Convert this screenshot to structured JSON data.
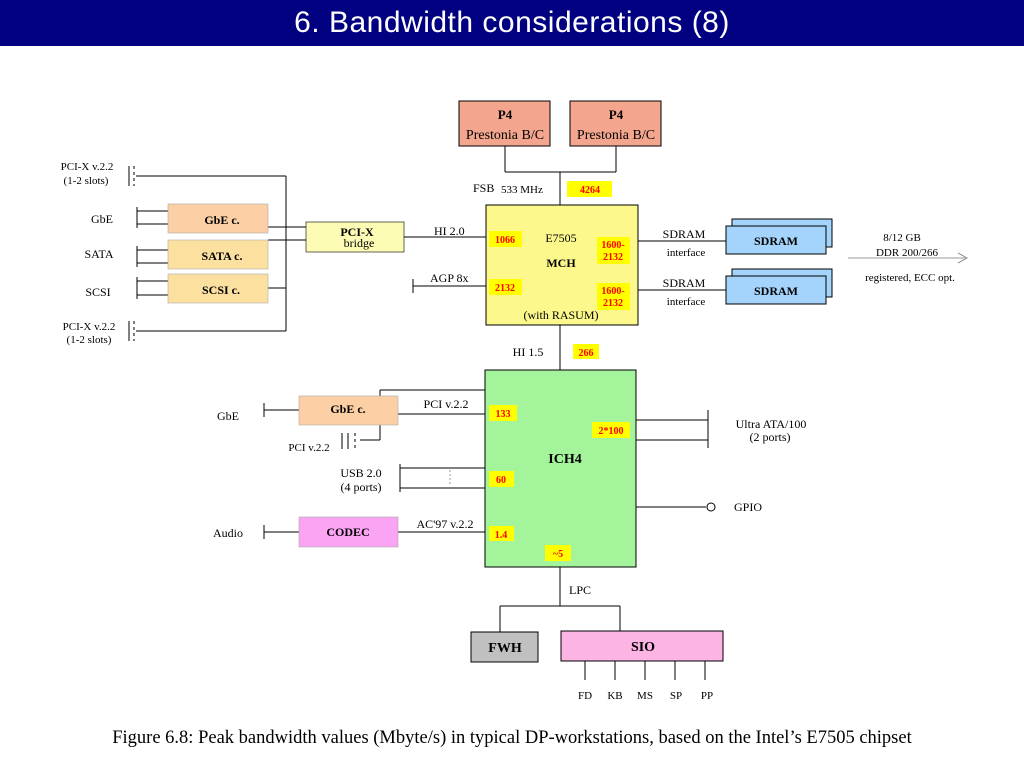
{
  "title": "6. Bandwidth considerations (8)",
  "caption": "Figure 6.8: Peak bandwidth values (Mbyte/s) in typical DP-workstations, based on the Intel’s E7505 chipset",
  "colors": {
    "title_bar": "#000080",
    "cpu": "#f4a58e",
    "mch": "#fcf88c",
    "ich": "#a4f49c",
    "dram": "#a4d4fc",
    "codec": "#fca4f4",
    "gbe": "#fcd0a4",
    "sata": "#fce0a0",
    "pcix_bridge": "#fcfcb4",
    "fwh": "#c0c0c0",
    "sio": "#fcb4e4",
    "badge": "#ffff00",
    "badge_text": "#ff0000"
  },
  "cpu1": {
    "line1": "P4",
    "line2": "Prestonia B/C"
  },
  "cpu2": {
    "line1": "P4",
    "line2": "Prestonia B/C"
  },
  "fsb": {
    "label": "FSB",
    "speed": "533 MHz",
    "bw": "4264"
  },
  "mch": {
    "name": "E7505",
    "type": "MCH",
    "note": "(with RASUM)",
    "hi20_bw": "1066",
    "agp_bw": "2132",
    "mem1_bw_l1": "1600-",
    "mem1_bw_l2": "2132",
    "mem2_bw_l1": "1600-",
    "mem2_bw_l2": "2132"
  },
  "hi20": "HI 2.0",
  "agp": "AGP 8x",
  "sdram1": {
    "label": "SDRAM",
    "interface": "interface",
    "box": "SDRAM"
  },
  "sdram2": {
    "label": "SDRAM",
    "interface": "interface",
    "box": "SDRAM"
  },
  "memory_info": {
    "size": "8/12 GB",
    "type": "DDR 200/266",
    "note": "registered, ECC opt."
  },
  "pcix_bridge": {
    "line1": "PCI-X",
    "line2": "bridge"
  },
  "left_upper": {
    "pcix_top_l1": "PCI-X  v.2.2",
    "pcix_top_l2": "(1-2 slots)",
    "gbe": "GbE",
    "sata": "SATA",
    "scsi": "SCSI",
    "pcix_bot_l1": "PCI-X  v.2.2",
    "pcix_bot_l2": "(1-2 slots)",
    "gbe_ctrl": "GbE c.",
    "sata_ctrl": "SATA c.",
    "scsi_ctrl": "SCSI c."
  },
  "hi15": {
    "label": "HI 1.5",
    "bw": "266"
  },
  "ich": {
    "name": "ICH4",
    "pci_bw": "133",
    "usb_bw": "60",
    "ac97_bw": "1.4",
    "lpc_bw": "~5",
    "ata_bw": "2*100"
  },
  "left_lower": {
    "gbe": "GbE",
    "gbe_ctrl": "GbE c.",
    "pci_v22_bus": "PCI v.2.2",
    "pci_v22_slot": "PCI v.2.2",
    "usb_l1": "USB 2.0",
    "usb_l2": "(4 ports)",
    "audio": "Audio",
    "codec": "CODEC",
    "ac97": "AC'97 v.2.2"
  },
  "right_lower": {
    "ata_l1": "Ultra ATA/100",
    "ata_l2": "(2 ports)",
    "gpio": "GPIO"
  },
  "lpc": "LPC",
  "fwh": "FWH",
  "sio": {
    "name": "SIO",
    "ports": [
      "FD",
      "KB",
      "MS",
      "SP",
      "PP"
    ]
  }
}
